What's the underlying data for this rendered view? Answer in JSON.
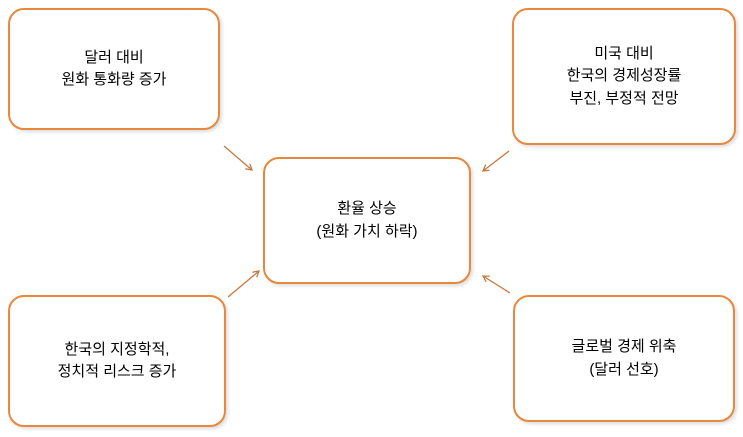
{
  "diagram": {
    "title": "",
    "nodes": {
      "top_left": {
        "lines": [
          "달러 대비",
          "원화 통화량 증가"
        ]
      },
      "top_right": {
        "lines": [
          "미국 대비",
          "한국의 경제성장률",
          "부진, 부정적 전망"
        ]
      },
      "center": {
        "lines": [
          "환율 상승",
          "(원화 가치 하락)"
        ]
      },
      "bottom_left": {
        "lines": [
          "한국의 지정학적,",
          "정치적 리스크 증가"
        ]
      },
      "bottom_right": {
        "lines": [
          "글로벌 경제 위축",
          "(달러 선호)"
        ]
      }
    },
    "colors": {
      "box_border": "#E8883E",
      "arrow": "#C8793F",
      "text": "#000000",
      "background": "#FFFFFF"
    },
    "arrows": [
      {
        "from": "top_left",
        "to": "center"
      },
      {
        "from": "top_right",
        "to": "center"
      },
      {
        "from": "bottom_left",
        "to": "center"
      },
      {
        "from": "bottom_right",
        "to": "center"
      }
    ]
  }
}
